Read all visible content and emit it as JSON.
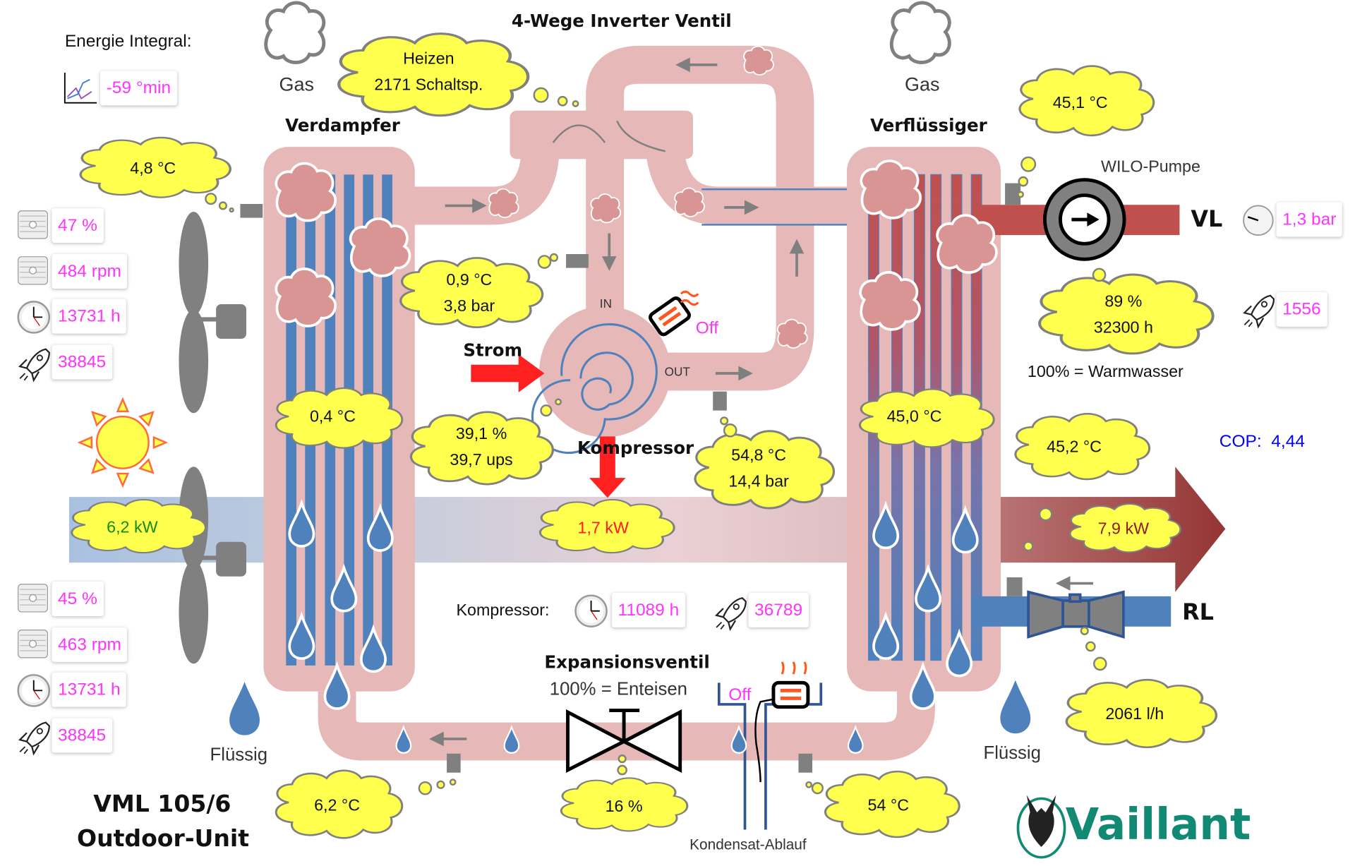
{
  "colors": {
    "value_magenta": "#ff33ff",
    "cloud_yellow": "#ffff4d",
    "refrigerant_pink": "#e6b8b8",
    "water_blue": "#4f81bd",
    "hot_red": "#c0504d",
    "vaillant_green": "#128a73",
    "cop_blue": "#0000ff"
  },
  "header": {
    "energy_integral_label": "Energie Integral:",
    "energy_integral_value": "-59 °min",
    "four_way_valve_title": "4-Wege Inverter Ventil",
    "gas_label_left": "Gas",
    "gas_label_right": "Gas"
  },
  "valve_cloud": {
    "line1": "Heizen",
    "line2": "2171 Schaltsp."
  },
  "evaporator": {
    "title": "Verdampfer",
    "air_in_temp": "4,8 °C",
    "coil_temp": "0,4 °C",
    "suction": {
      "temp": "0,9 °C",
      "pressure": "3,8 bar"
    },
    "liquid_label": "Flüssig"
  },
  "fan_top": {
    "stats": [
      {
        "icon": "fan-icon",
        "value": "47 %"
      },
      {
        "icon": "fan-icon",
        "value": "484 rpm"
      },
      {
        "icon": "clock-icon",
        "value": "13731 h"
      },
      {
        "icon": "rocket-icon",
        "value": "38845"
      }
    ]
  },
  "fan_bottom": {
    "stats": [
      {
        "icon": "fan-icon",
        "value": "45 %"
      },
      {
        "icon": "fan-icon",
        "value": "463 rpm"
      },
      {
        "icon": "clock-icon",
        "value": "13731 h"
      },
      {
        "icon": "rocket-icon",
        "value": "38845"
      }
    ]
  },
  "compressor": {
    "title": "Kompressor",
    "in_label": "IN",
    "out_label": "OUT",
    "power_label": "Strom",
    "heater_state": "Off",
    "load": "39,1 %",
    "speed": "39,7 ups",
    "discharge": {
      "temp": "54,8 °C",
      "pressure": "14,4 bar"
    },
    "power_in": "1,7 kW",
    "stats_label": "Kompressor:",
    "hours": "11089 h",
    "starts": "36789"
  },
  "energy_flow": {
    "environment_power": "6,2 kW",
    "heat_output": "7,9 kW",
    "cop_label": "COP:",
    "cop_value": "4,44"
  },
  "condenser": {
    "title": "Verflüssiger",
    "coil_temp": "45,0 °C",
    "liquid_label": "Flüssig",
    "liquid_temp": "54 °C"
  },
  "flow_line": {
    "label": "VL",
    "temp": "45,1 °C",
    "pressure": "1,3 bar"
  },
  "return_line": {
    "label": "RL",
    "temp": "45,2 °C",
    "flow_rate": "2061 l/h"
  },
  "pump": {
    "title": "WILO-Pumpe",
    "speed": "89 %",
    "hours": "32300 h",
    "note": "100% = Warmwasser",
    "starts": "1556"
  },
  "expansion_valve": {
    "title": "Expansionsventil",
    "note": "100% = Enteisen",
    "opening": "16 %",
    "liquid_temp": "6,2 °C"
  },
  "condensate": {
    "label": "Kondensat-Ablauf",
    "heater_state": "Off"
  },
  "unit": {
    "line1": "VML 105/6",
    "line2": "Outdoor-Unit"
  },
  "brand": {
    "name": "Vaillant"
  }
}
